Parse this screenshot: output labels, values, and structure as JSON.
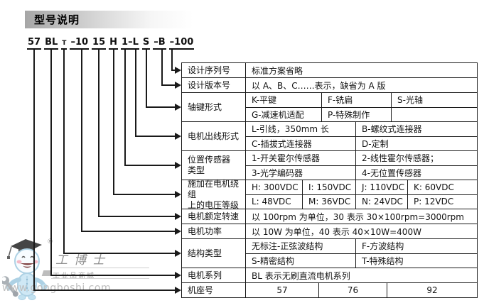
{
  "title": "型号说明",
  "colors": {
    "line": "#1a1a1a",
    "title_bar_gradient_start": "#a6a6a6",
    "title_bar_gradient_end": "#ffffff",
    "watermark_gray": "#8f8f8f",
    "watermark_light_gray": "#bdbdbd"
  },
  "model_code": {
    "full_text": "57 BL T –10 15 H 1–L S–B–100",
    "groups": [
      {
        "parts": [
          {
            "t": "57",
            "drop": 10
          }
        ]
      },
      {
        "parts": [
          {
            "t": "BL",
            "drop": 9
          }
        ]
      },
      {
        "parts": [
          {
            "t": "T",
            "drop": 8
          }
        ],
        "small": true
      },
      {
        "parts": [
          {
            "t": "–"
          },
          {
            "t": "10",
            "drop": 7
          }
        ]
      },
      {
        "parts": [
          {
            "t": "15",
            "drop": 6
          }
        ]
      },
      {
        "parts": [
          {
            "t": "H",
            "drop": 5
          }
        ]
      },
      {
        "parts": [
          {
            "t": "1",
            "drop": 4
          },
          {
            "t": "–"
          },
          {
            "t": "L",
            "drop": 3
          }
        ]
      },
      {
        "parts": [
          {
            "t": "S",
            "drop": 2
          }
        ]
      },
      {
        "parts": [
          {
            "t": "–"
          },
          {
            "t": "B",
            "drop": 1
          }
        ]
      },
      {
        "parts": [
          {
            "t": "–"
          },
          {
            "t": "100",
            "drop": 0
          }
        ]
      }
    ]
  },
  "table": {
    "rows": [
      {
        "label": "设计序列号",
        "cells": [
          [
            {
              "t": "标准方案省略"
            }
          ]
        ]
      },
      {
        "label": "设计版本号",
        "cells": [
          [
            {
              "t": "以 A、B、C……表示，缺省为 A 版"
            }
          ]
        ]
      },
      {
        "label": "轴键形式",
        "cells": [
          [
            {
              "t": "K-平键",
              "w": 106
            },
            {
              "t": "F-铣扁",
              "w": 98
            },
            {
              "t": "S-光轴"
            }
          ],
          [
            {
              "t": "G-减速机适配",
              "w": 106
            },
            {
              "t": "P-特殊制作",
              "w": 98
            },
            {
              "t": ""
            }
          ]
        ]
      },
      {
        "label": "电机出线形式",
        "cells": [
          [
            {
              "t": "L-引线，350mm 长",
              "w": 154
            },
            {
              "t": "B-螺纹式连接器"
            }
          ],
          [
            {
              "t": "C-插拔式连接器",
              "w": 154
            },
            {
              "t": "D-定制"
            }
          ]
        ]
      },
      {
        "label": "位置传感器\n类型",
        "cells": [
          [
            {
              "t": "1-开关霍尔传感器",
              "w": 154
            },
            {
              "t": "2-线性霍尔传感器；"
            }
          ],
          [
            {
              "t": "3-光学编码器",
              "w": 154
            },
            {
              "t": "4-无位置传感器"
            }
          ]
        ]
      },
      {
        "label": "施加在电机绕组\n上的电压等级",
        "cells": [
          [
            {
              "t": "H: 300VDC",
              "w": 79
            },
            {
              "t": "I: 150VDC",
              "w": 75
            },
            {
              "t": "J: 110VDC",
              "w": 73
            },
            {
              "t": "K: 60VDC"
            }
          ],
          [
            {
              "t": "L: 48VDC",
              "w": 79
            },
            {
              "t": "M: 36VDC",
              "w": 75
            },
            {
              "t": "N: 24VDC",
              "w": 73
            },
            {
              "t": "P: 12VDC"
            }
          ]
        ]
      },
      {
        "label": "电机额定转速",
        "cells": [
          [
            {
              "t": "以 100rpm 为单位，30 表示 30×100rpm=3000rpm"
            }
          ]
        ]
      },
      {
        "label": "电机功率",
        "cells": [
          [
            {
              "t": "以 10W 为单位，40 表示 40×10W=400W"
            }
          ]
        ]
      },
      {
        "label": "结构类型",
        "cells": [
          [
            {
              "t": "无标注-正弦波结构",
              "w": 154
            },
            {
              "t": "F-方波结构"
            }
          ],
          [
            {
              "t": "S-精密结构",
              "w": 154
            },
            {
              "t": "T-特殊结构"
            }
          ]
        ]
      },
      {
        "label": "电机系列",
        "cells": [
          [
            {
              "t": "BL 表示无刷直流电机系列"
            }
          ]
        ]
      },
      {
        "label": "机座号",
        "cells": [
          [
            {
              "t": "57",
              "w": 102,
              "center": true
            },
            {
              "t": "76",
              "w": 96,
              "center": true
            },
            {
              "t": "92",
              "center": true
            }
          ]
        ]
      }
    ]
  },
  "watermark": {
    "reg_mark": "®",
    "brand": "工博士",
    "sub_brand": "工业品商城",
    "url": "www.gongboshi.com"
  }
}
